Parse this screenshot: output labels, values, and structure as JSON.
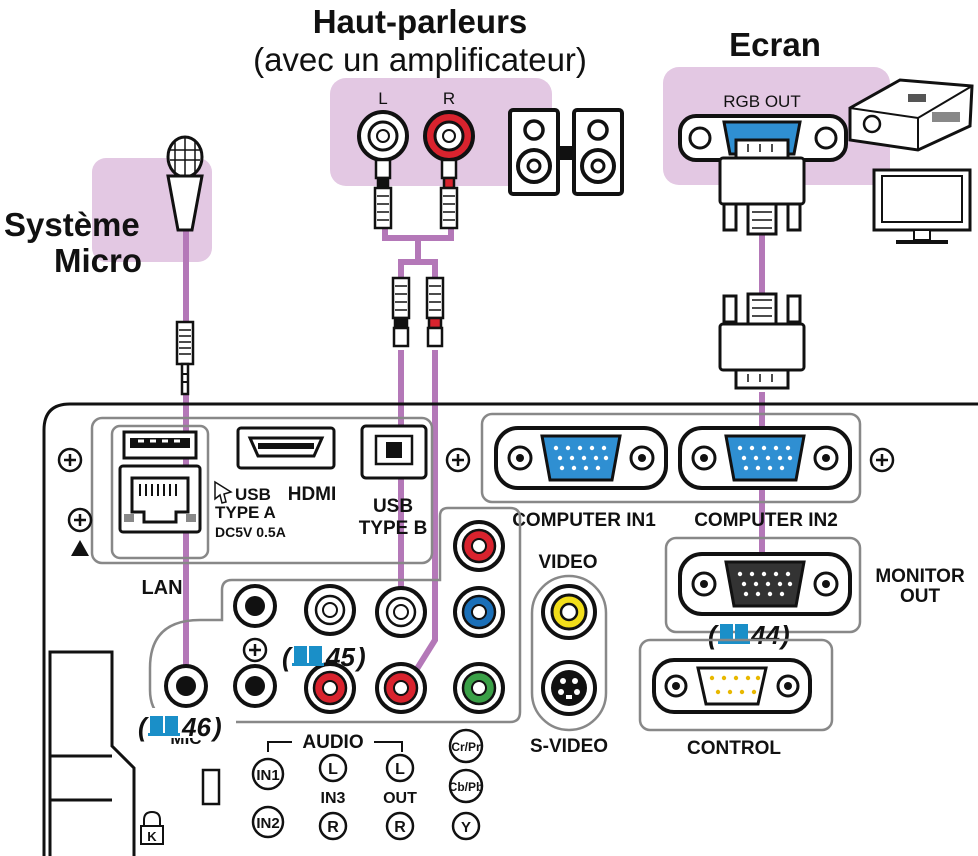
{
  "headings": {
    "speakers_title": "Haut-parleurs",
    "speakers_subtitle": "(avec un amplificateur)",
    "screen_title": "Ecran",
    "mic_title_line1": "Système",
    "mic_title_line2": "Micro"
  },
  "speaker_jacks": {
    "left": "L",
    "right": "R"
  },
  "rgb_out_label": "RGB OUT",
  "panel_labels": {
    "usb_a": "USB",
    "usb_a_type": "TYPE A",
    "usb_a_power": "DC5V 0.5A",
    "hdmi": "HDMI",
    "usb_b_line1": "USB",
    "usb_b_line2": "TYPE B",
    "lan": "LAN",
    "computer_in1": "COMPUTER IN1",
    "computer_in2": "COMPUTER IN2",
    "monitor_out_line1": "MONITOR",
    "monitor_out_line2": "OUT",
    "video": "VIDEO",
    "s_video": "S-VIDEO",
    "control": "CONTROL",
    "mic": "MIC",
    "audio": "AUDIO",
    "in1": "IN1",
    "in2": "IN2",
    "in3": "IN3",
    "out": "OUT",
    "l": "L",
    "r": "R",
    "cr_pr": "Cr/Pr",
    "cb_pb": "Cb/Pb",
    "y": "Y"
  },
  "page_refs": {
    "ref_45": "45",
    "ref_44": "44",
    "ref_46": "46"
  },
  "colors": {
    "highlight": "#e3c8e3",
    "cable": "#b478b8",
    "jack_red": "#d9232e",
    "jack_blue": "#1a6fb8",
    "jack_green": "#3aa047",
    "jack_yellow": "#f2de1a",
    "vga_blue": "#2f8fd2",
    "ref_blue": "#1a8fc8"
  }
}
